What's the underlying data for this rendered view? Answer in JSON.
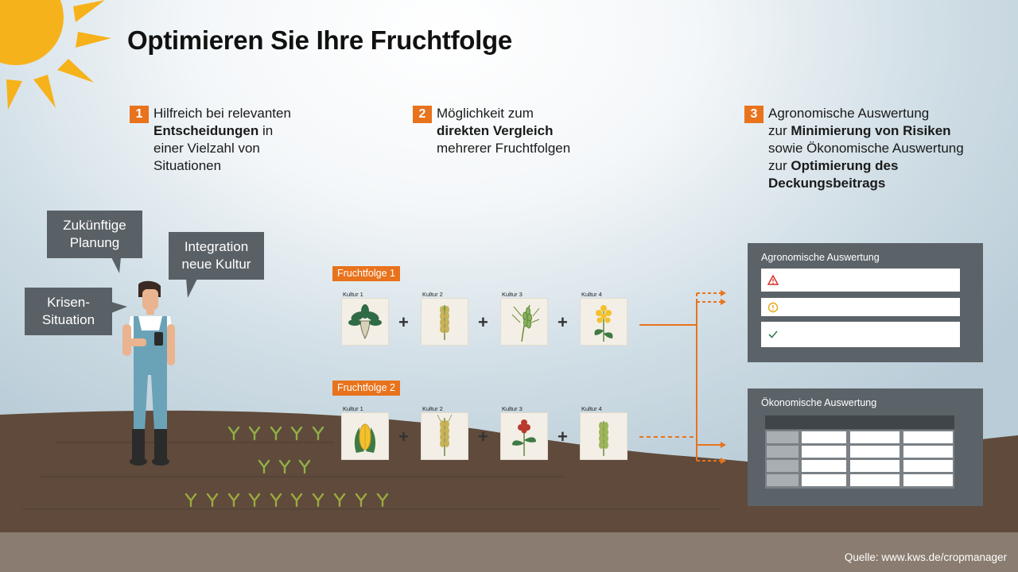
{
  "title": "Optimieren Sie Ihre Fruchtfolge",
  "points": [
    {
      "number": "1",
      "lines": [
        {
          "parts": [
            {
              "t": "Hilfreich bei relevanten ",
              "b": false
            }
          ]
        },
        {
          "parts": [
            {
              "t": "Entscheidungen",
              "b": true
            },
            {
              "t": " in",
              "b": false
            }
          ]
        },
        {
          "parts": [
            {
              "t": "einer Vielzahl von",
              "b": false
            }
          ]
        },
        {
          "parts": [
            {
              "t": "Situationen",
              "b": false
            }
          ]
        }
      ]
    },
    {
      "number": "2",
      "lines": [
        {
          "parts": [
            {
              "t": "Möglichkeit zum",
              "b": false
            }
          ]
        },
        {
          "parts": [
            {
              "t": "direkten Vergleich",
              "b": true
            }
          ]
        },
        {
          "parts": [
            {
              "t": "mehrerer Fruchtfolgen",
              "b": false
            }
          ]
        }
      ]
    },
    {
      "number": "3",
      "lines": [
        {
          "parts": [
            {
              "t": "Agronomische Auswertung",
              "b": false
            }
          ]
        },
        {
          "parts": [
            {
              "t": "zur ",
              "b": false
            },
            {
              "t": "Minimierung von Risiken",
              "b": true
            }
          ]
        },
        {
          "parts": [
            {
              "t": "sowie Ökonomische Auswertung",
              "b": false
            }
          ]
        },
        {
          "parts": [
            {
              "t": "zur ",
              "b": false
            },
            {
              "t": "Optimierung des",
              "b": true
            }
          ]
        },
        {
          "parts": [
            {
              "t": "Deckungsbeitrags",
              "b": true
            }
          ]
        }
      ]
    }
  ],
  "bubbles": {
    "planung": [
      "Zukünftige",
      "Planung"
    ],
    "integration": [
      "Integration",
      "neue Kultur"
    ],
    "krise": [
      "Krisen-",
      "Situation"
    ]
  },
  "rotations": [
    {
      "label": "Fruchtfolge 1",
      "crops": [
        {
          "label": "Kultur 1",
          "icon": "sugar-beet"
        },
        {
          "label": "Kultur 2",
          "icon": "wheat"
        },
        {
          "label": "Kultur 3",
          "icon": "barley"
        },
        {
          "label": "Kultur 4",
          "icon": "rapeseed"
        }
      ]
    },
    {
      "label": "Fruchtfolge 2",
      "crops": [
        {
          "label": "Kultur 1",
          "icon": "corn"
        },
        {
          "label": "Kultur 2",
          "icon": "wheat"
        },
        {
          "label": "Kultur 3",
          "icon": "sorghum"
        },
        {
          "label": "Kultur 4",
          "icon": "wheat"
        }
      ]
    }
  ],
  "plus_sign": "+",
  "agronomic_panel": {
    "title": "Agronomische Auswertung",
    "rows": [
      {
        "icon": "warning-icon",
        "color": "#d9322b"
      },
      {
        "icon": "info-circle-icon",
        "color": "#e6a817"
      },
      {
        "icon": "check-icon",
        "color": "#2f7a4f"
      }
    ]
  },
  "economic_panel": {
    "title": "Ökonomische Auswertung"
  },
  "source": "Quelle: www.kws.de/cropmanager",
  "colors": {
    "accent": "#e8731c",
    "panel": "#5c6368",
    "soil": "#5f4a3b",
    "ground": "#8a7c70",
    "sun": "#f6b21b"
  }
}
